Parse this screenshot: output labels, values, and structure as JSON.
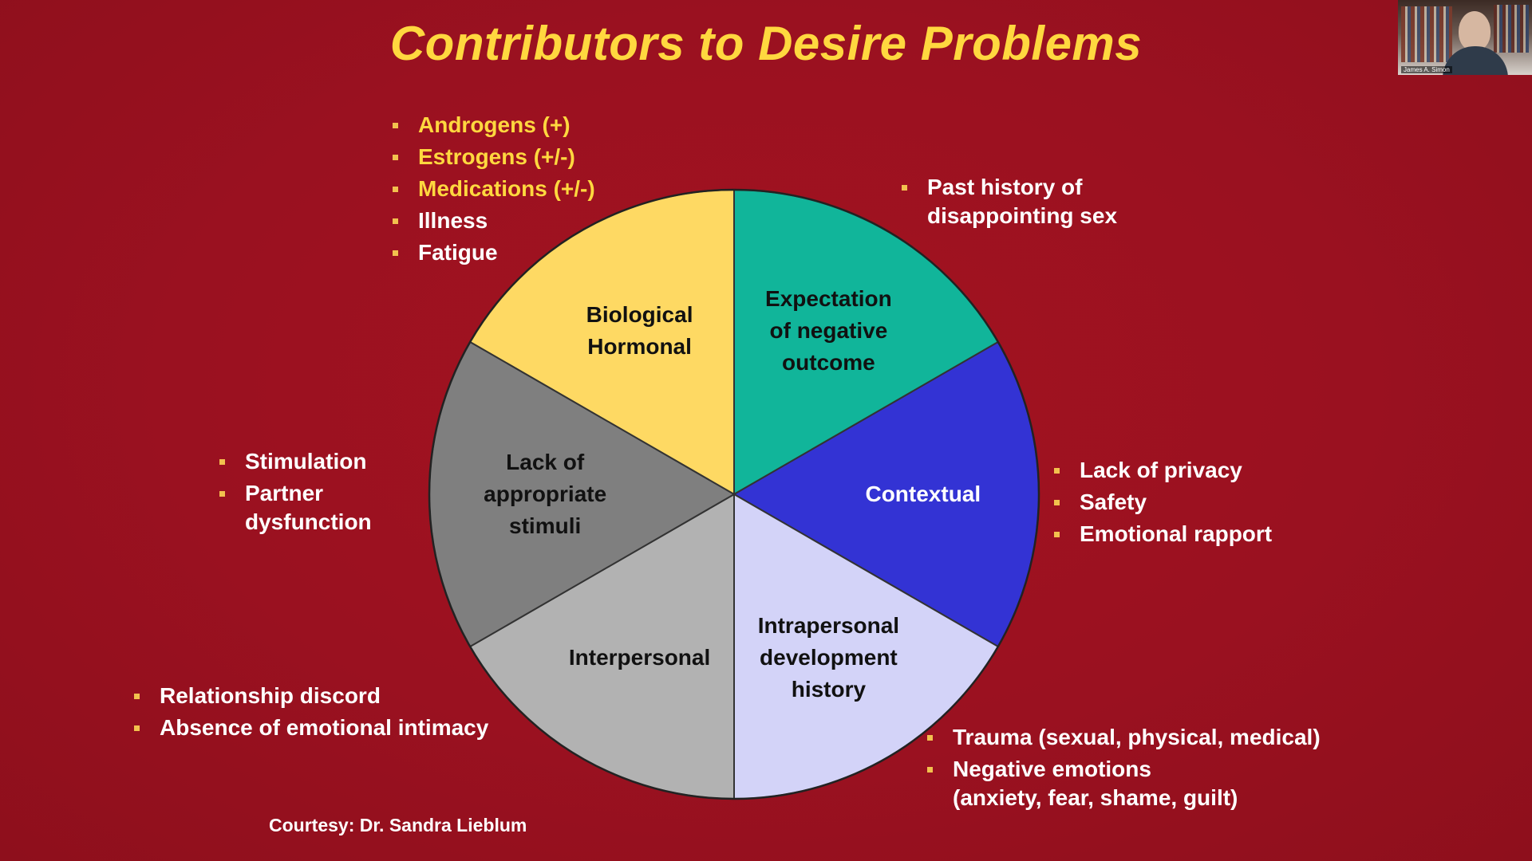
{
  "title": "Contributors to Desire Problems",
  "segments": [
    {
      "id": "biological",
      "label_lines": [
        "Biological",
        "Hormonal"
      ],
      "color": "#fed963",
      "text_color": "#111111",
      "start": 300,
      "end": 360
    },
    {
      "id": "expectation",
      "label_lines": [
        "Expectation",
        "of negative",
        "outcome"
      ],
      "color": "#11b59a",
      "text_color": "#111111",
      "start": 0,
      "end": 60
    },
    {
      "id": "contextual",
      "label_lines": [
        "Contextual"
      ],
      "color": "#3333d4",
      "text_color": "#ffffff",
      "start": 60,
      "end": 120
    },
    {
      "id": "intrapersonal",
      "label_lines": [
        "Intrapersonal",
        "development",
        "history"
      ],
      "color": "#d3d3f8",
      "text_color": "#111111",
      "start": 120,
      "end": 180
    },
    {
      "id": "interpersonal",
      "label_lines": [
        "Interpersonal"
      ],
      "color": "#b2b2b2",
      "text_color": "#111111",
      "start": 180,
      "end": 240
    },
    {
      "id": "stimuli",
      "label_lines": [
        "Lack of",
        "appropriate",
        "stimuli"
      ],
      "color": "#7f7f7f",
      "text_color": "#111111",
      "start": 240,
      "end": 300
    }
  ],
  "bullet_groups": {
    "biological": [
      {
        "lines": [
          "Androgens (+)"
        ],
        "color": "#ffd83f"
      },
      {
        "lines": [
          "Estrogens (+/-)"
        ],
        "color": "#ffd83f"
      },
      {
        "lines": [
          "Medications (+/-)"
        ],
        "color": "#ffd83f"
      },
      {
        "lines": [
          "Illness"
        ],
        "color": "#ffffff"
      },
      {
        "lines": [
          "Fatigue"
        ],
        "color": "#ffffff"
      }
    ],
    "expectation": [
      {
        "lines": [
          "Past history of",
          "disappointing sex"
        ],
        "color": "#ffffff"
      }
    ],
    "contextual": [
      {
        "lines": [
          "Lack of privacy"
        ],
        "color": "#ffffff"
      },
      {
        "lines": [
          "Safety"
        ],
        "color": "#ffffff"
      },
      {
        "lines": [
          "Emotional rapport"
        ],
        "color": "#ffffff"
      }
    ],
    "stimuli": [
      {
        "lines": [
          "Stimulation"
        ],
        "color": "#ffffff"
      },
      {
        "lines": [
          "Partner",
          "dysfunction"
        ],
        "color": "#ffffff"
      }
    ],
    "interpersonal": [
      {
        "lines": [
          "Relationship discord"
        ],
        "color": "#ffffff"
      },
      {
        "lines": [
          "Absence of emotional intimacy"
        ],
        "color": "#ffffff"
      }
    ],
    "intrapersonal": [
      {
        "lines": [
          "Trauma (sexual, physical, medical)"
        ],
        "color": "#ffffff"
      },
      {
        "lines": [
          "Negative emotions",
          "(anxiety, fear, shame, guilt)"
        ],
        "color": "#ffffff"
      }
    ]
  },
  "courtesy": "Courtesy: Dr. Sandra Lieblum",
  "webcam": {
    "name": "James A. Simon"
  },
  "colors": {
    "background": "#9b111e",
    "title": "#ffd83f",
    "bullet_marker": "#f2c14e"
  }
}
